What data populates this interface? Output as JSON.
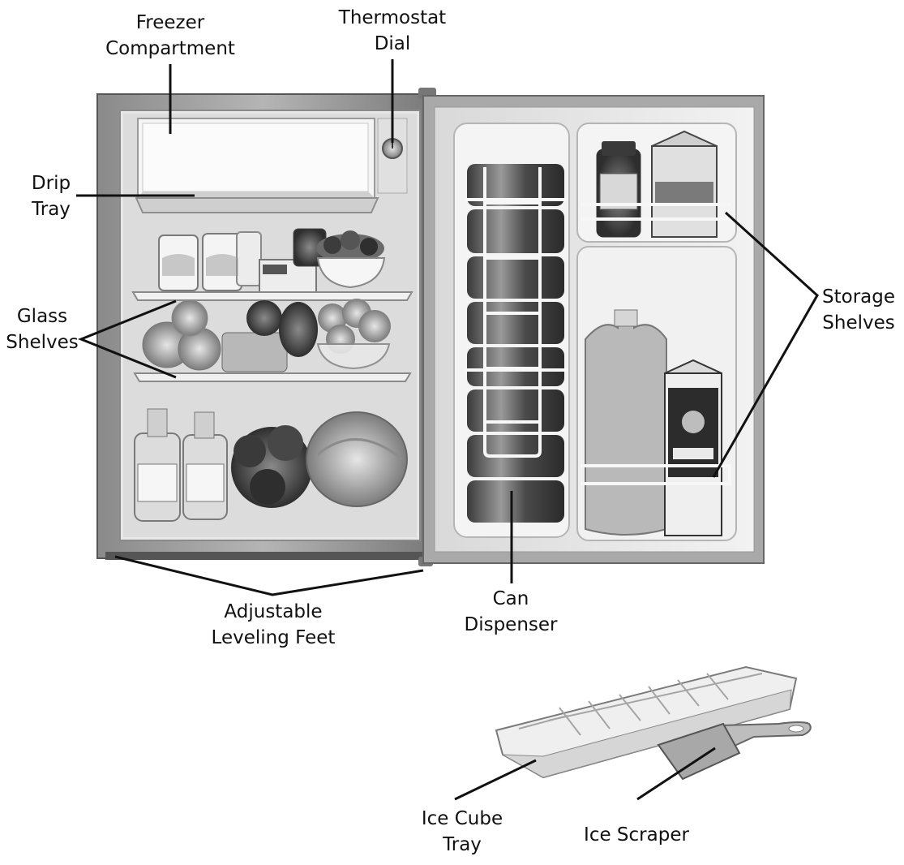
{
  "labels": {
    "freezer": [
      "Freezer",
      "Compartment"
    ],
    "thermostat": [
      "Thermostat",
      "Dial"
    ],
    "drip_tray": [
      "Drip",
      "Tray"
    ],
    "glass_shelves": [
      "Glass",
      "Shelves"
    ],
    "storage_shelves": [
      "Storage",
      "Shelves"
    ],
    "leveling_feet": [
      "Adjustable",
      "Leveling Feet"
    ],
    "can_dispenser": [
      "Can",
      "Dispenser"
    ],
    "ice_cube_tray": [
      "Ice Cube",
      "Tray"
    ],
    "ice_scraper": "Ice Scraper"
  },
  "colors": {
    "line": "#111111",
    "fridge_dark": "#6d6d6d",
    "fridge_mid": "#bdbdbd",
    "fridge_light": "#ececec"
  }
}
